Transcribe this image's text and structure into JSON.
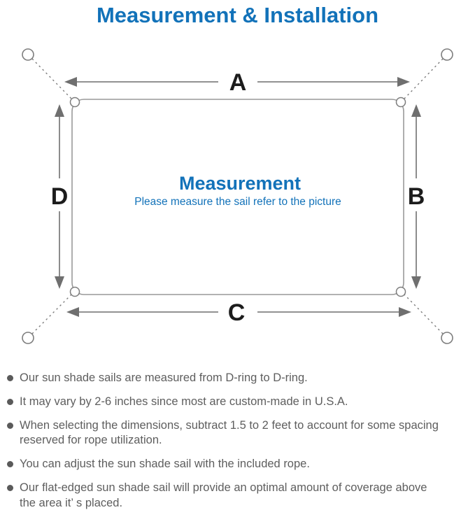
{
  "title": "Measurement & Installation",
  "colors": {
    "accent_blue": "#1272b9",
    "note_text_gray": "#5e5e5e",
    "diagram_line_gray": "#7d7d7d",
    "dimension_label_black": "#1c1c1c"
  },
  "diagram": {
    "dimension_labels": {
      "top": "A",
      "right": "B",
      "bottom": "C",
      "left": "D"
    },
    "center_title": "Measurement",
    "center_subtitle": "Please measure the sail refer to the picture"
  },
  "notes": [
    {
      "lines": [
        "Our sun shade sails are measured from D-ring to D-ring."
      ]
    },
    {
      "lines": [
        "It may vary by 2-6 inches since most are custom-made in U.S.A."
      ]
    },
    {
      "lines": [
        "When selecting the dimensions, subtract 1.5 to 2 feet to account for some spacing",
        "reserved for rope utilization."
      ]
    },
    {
      "lines": [
        "You can adjust the sun shade sail with the included rope."
      ]
    },
    {
      "lines": [
        "Our flat-edged sun shade sail will provide an optimal amount of coverage above",
        "the area it’ s placed."
      ]
    }
  ]
}
